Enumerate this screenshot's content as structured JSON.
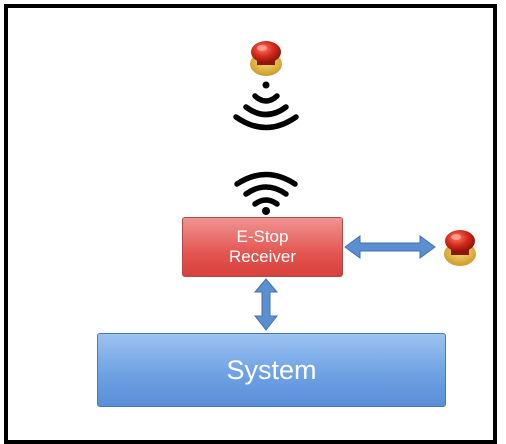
{
  "receiver": {
    "line1": "E-Stop",
    "line2": "Receiver"
  },
  "system": {
    "label": "System"
  },
  "icons": {
    "estop_top": "emergency-stop-button",
    "signal_emit": "wireless-signal-emit",
    "signal_receive": "wifi-signal",
    "estop_wired": "emergency-stop-button",
    "link_horizontal": "double-arrow",
    "link_vertical": "double-arrow"
  },
  "colors": {
    "receiver_fill": "#e45651",
    "system_fill": "#6ea2e4",
    "arrow": "#5b8fd0",
    "estop_red": "#d42a1c",
    "estop_yellow": "#e5b92c"
  }
}
